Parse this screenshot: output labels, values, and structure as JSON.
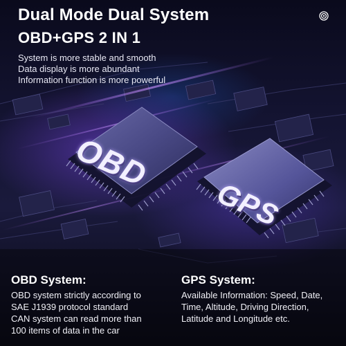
{
  "header": {
    "title": "Dual Mode Dual System",
    "subtitle": "OBD+GPS 2 IN 1",
    "icon": "target-icon"
  },
  "features": [
    "System is more stable and smooth",
    "Data display is more abundant",
    "Information function is more powerful"
  ],
  "chips": {
    "obd_label": "OBD",
    "gps_label": "GPS"
  },
  "obd_system": {
    "title": "OBD System:",
    "lines": [
      "OBD system strictly according to",
      "SAE J1939 protocol standard",
      "CAN system can read more than",
      "100 items of data in the car"
    ]
  },
  "gps_system": {
    "title": "GPS System:",
    "lines": [
      "Available Information: Speed, Date,",
      "Time, Altitude, Driving Direction,",
      "Latitude and Longitude etc."
    ]
  },
  "colors": {
    "background": "#0b0b1e",
    "chip_glow": "#7a46e6",
    "text": "#ffffff"
  }
}
